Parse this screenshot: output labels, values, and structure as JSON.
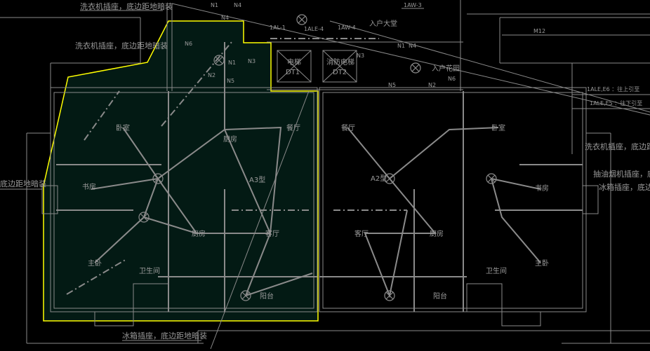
{
  "drawing": {
    "highlight_color": "#ffff00",
    "selection_fill": "#031a14",
    "line_color": "#8a8a8a",
    "unit_labels": {
      "left_unit": "A3型",
      "right_unit": "A2型"
    },
    "rooms": {
      "left_bedroom": "卧室",
      "left_study": "书房",
      "left_master": "主卧",
      "left_bath": "卫生间",
      "left_kitchen": "厨房",
      "left_dining": "餐厅",
      "left_living": "客厅",
      "left_kitchen2": "厨房",
      "left_balcony": "阳台",
      "right_dining": "餐厅",
      "right_living": "客厅",
      "right_kitchen": "厨房",
      "right_bedroom": "卧室",
      "right_study": "书房",
      "right_bath": "卫生间",
      "right_master": "主卧",
      "right_balcony": "阳台",
      "lobby": "入户大堂",
      "garden": "入户花园"
    },
    "elevators": [
      {
        "name": "电梯",
        "code": "DT1"
      },
      {
        "name": "消防电梯",
        "code": "DT2"
      }
    ],
    "circuits": [
      "N1",
      "N4",
      "N4",
      "N6",
      "N2",
      "N1",
      "N3",
      "N5",
      "N3",
      "N1",
      "N4",
      "N5",
      "N2",
      "N6",
      "1AL-1",
      "1ALE-4",
      "1AW-4",
      "1AW-3",
      "M12"
    ],
    "notes": {
      "washer_top": "洗衣机插座，底边距地暗装",
      "washer_left": "洗衣机插座，底边距地暗装",
      "left_edge": "底边距地暗装",
      "fridge_bottom": "冰箱插座，底边距地暗装",
      "washer_right": "洗衣机插座，底边距",
      "hood_right": "抽油烟机插座，底",
      "fridge_right": "冰箱插座，底边",
      "riser_up": "1ALE,E6  ：往上引至",
      "riser_down": "1ALE,E5  ：往下引至"
    }
  }
}
